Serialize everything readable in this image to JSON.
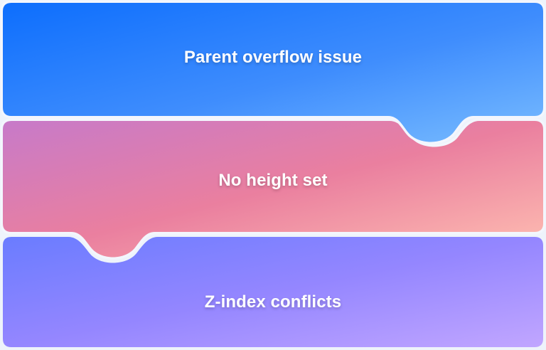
{
  "diagram": {
    "panels": [
      {
        "label": "Parent overflow issue",
        "gradient": [
          "#0d6efd",
          "#6eb8ff"
        ]
      },
      {
        "label": "No height set",
        "gradient": [
          "#c878c8",
          "#ea809c",
          "#fdbbb0"
        ]
      },
      {
        "label": "Z-index conflicts",
        "gradient": [
          "#6a7dff",
          "#9485ff",
          "#bfa3ff"
        ]
      }
    ],
    "background": "#eef3fb"
  }
}
